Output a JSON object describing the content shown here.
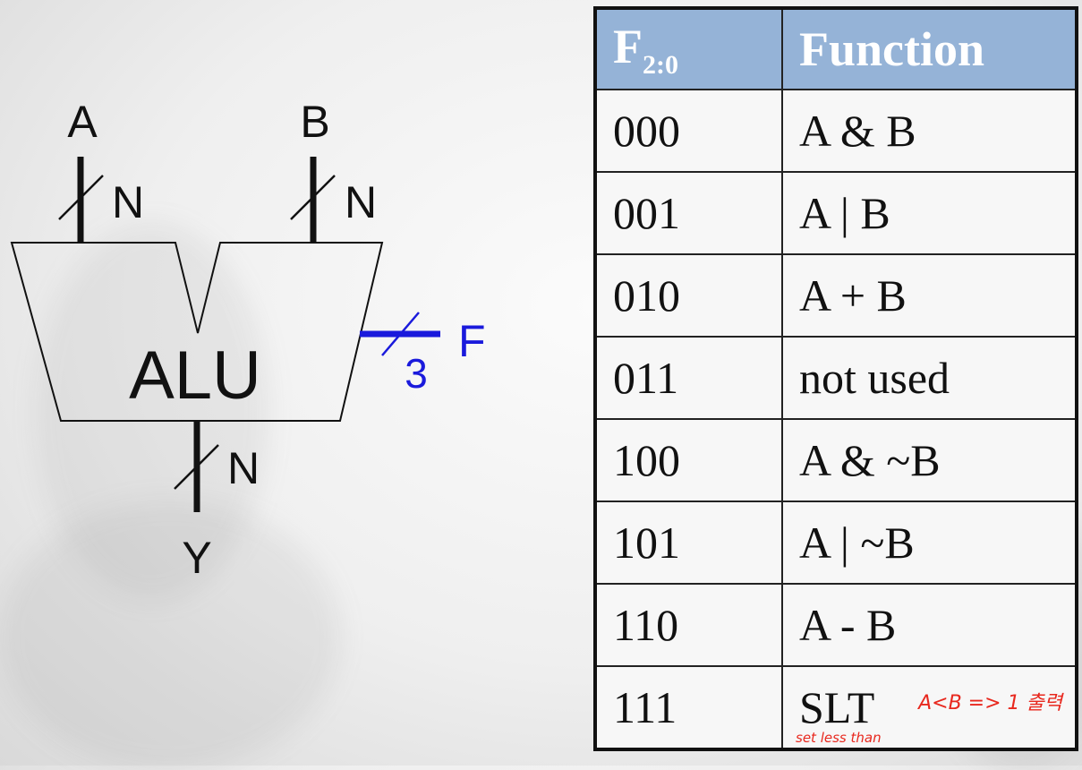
{
  "alu": {
    "label": "ALU",
    "input_a": "A",
    "input_b": "B",
    "output": "Y",
    "bus_width": "N",
    "control_label": "F",
    "control_width": "3"
  },
  "table": {
    "header_code_main": "F",
    "header_code_sub": "2:0",
    "header_function": "Function",
    "rows": [
      {
        "code": "000",
        "func": "A & B"
      },
      {
        "code": "001",
        "func": "A | B"
      },
      {
        "code": "010",
        "func": "A + B"
      },
      {
        "code": "011",
        "func": "not used"
      },
      {
        "code": "100",
        "func": "A & ~B"
      },
      {
        "code": "101",
        "func": "A | ~B"
      },
      {
        "code": "110",
        "func": "A - B"
      },
      {
        "code": "111",
        "func": "SLT"
      }
    ]
  },
  "annotations": {
    "slt_condition": "A<B => 1 출력",
    "slt_meaning": "set less than"
  },
  "colors": {
    "header_fill": "#95b3d7",
    "control_line": "#1a1adc",
    "annotation": "#e8281e"
  }
}
